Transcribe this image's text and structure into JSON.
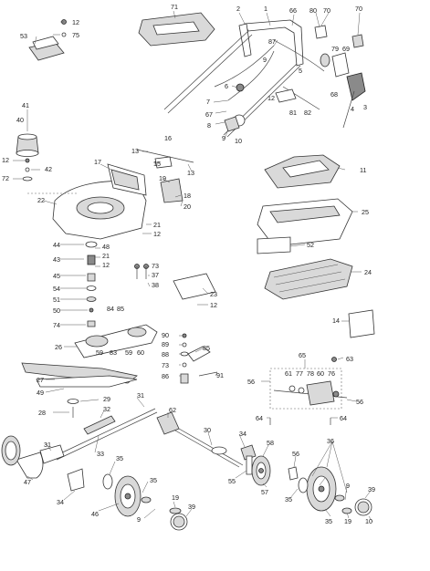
{
  "diagram": {
    "labels": {
      "p1": "1",
      "p2": "2",
      "p3": "3",
      "p4": "4",
      "p5": "5",
      "p6": "6",
      "p7": "7",
      "p8": "8",
      "p9": "9",
      "p10": "10",
      "p11": "11",
      "p12": "12",
      "p13": "13",
      "p14": "14",
      "p15": "15",
      "p16": "16",
      "p17": "17",
      "p18": "18",
      "p19": "19",
      "p20": "20",
      "p21": "21",
      "p22": "22",
      "p23": "23",
      "p24": "24",
      "p25": "25",
      "p26": "26",
      "p27": "27",
      "p28": "28",
      "p29": "29",
      "p30": "30",
      "p31": "31",
      "p32": "32",
      "p33": "33",
      "p34": "34",
      "p35": "35",
      "p36": "36",
      "p37": "37",
      "p38": "38",
      "p39": "39",
      "p40": "40",
      "p41": "41",
      "p42": "42",
      "p43": "43",
      "p44": "44",
      "p45": "45",
      "p46": "46",
      "p47": "47",
      "p48": "48",
      "p49": "49",
      "p50": "50",
      "p51": "51",
      "p52": "52",
      "p53": "53",
      "p54": "54",
      "p55": "55",
      "p56": "56",
      "p57": "57",
      "p58": "58",
      "p59": "59",
      "p60": "60",
      "p61": "61",
      "p62": "62",
      "p63": "63",
      "p64": "64",
      "p65": "65",
      "p66": "66",
      "p67": "67",
      "p68": "68",
      "p69": "69",
      "p70": "70",
      "p71": "71",
      "p72": "72",
      "p73": "73",
      "p74": "74",
      "p75": "75",
      "p76": "76",
      "p77": "77",
      "p78": "78",
      "p79": "79",
      "p80": "80",
      "p81": "81",
      "p82": "82",
      "p83": "83",
      "p84": "84",
      "p85": "85",
      "p86": "86",
      "p87": "87",
      "p88": "88",
      "p89": "89",
      "p90": "90",
      "p91": "91"
    }
  }
}
